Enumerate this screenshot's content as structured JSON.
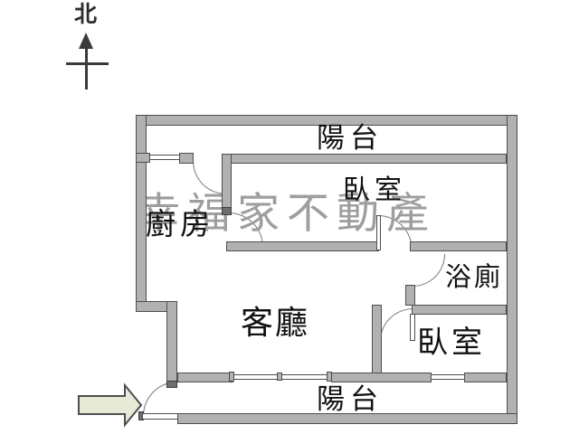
{
  "north": {
    "label": "北"
  },
  "watermark": {
    "text": "幸福家不動產"
  },
  "rooms": {
    "balcony_top": "陽台",
    "bedroom_top": "臥室",
    "kitchen": "廚房",
    "living_room": "客廳",
    "bathroom": "浴廁",
    "bedroom_bottom": "臥室",
    "balcony_bottom": "陽台"
  },
  "colors": {
    "wall_fill": "#b1b1b1",
    "wall_outline": "#4e4e4e",
    "arc_line": "#7a7a7a",
    "watermark_gray": "#9e9e9e",
    "label_text": "#111111",
    "north_mark": "#3a3a3a",
    "entry_arrow_fill": "#e7ead6"
  }
}
